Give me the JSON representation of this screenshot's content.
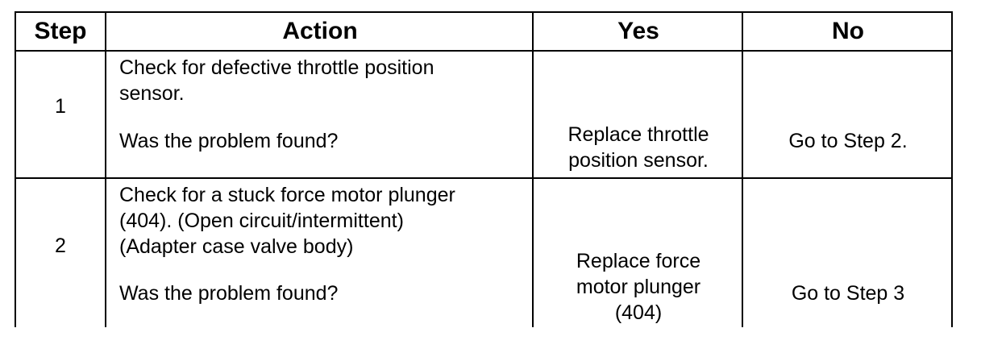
{
  "table": {
    "headers": {
      "step": "Step",
      "action": "Action",
      "yes": "Yes",
      "no": "No"
    },
    "rows": [
      {
        "step": "1",
        "action_lines": [
          "Check for defective throttle position",
          "sensor."
        ],
        "question": "Was the problem found?",
        "yes_lines": [
          "Replace throttle",
          "position sensor."
        ],
        "no": "Go to Step 2."
      },
      {
        "step": "2",
        "action_lines": [
          "Check for a stuck force motor plunger",
          "(404). (Open circuit/intermittent)",
          "(Adapter case valve body)"
        ],
        "question": "Was the problem found?",
        "yes_lines": [
          "Replace force",
          "motor plunger",
          "(404)"
        ],
        "no": "Go to Step 3"
      }
    ]
  }
}
